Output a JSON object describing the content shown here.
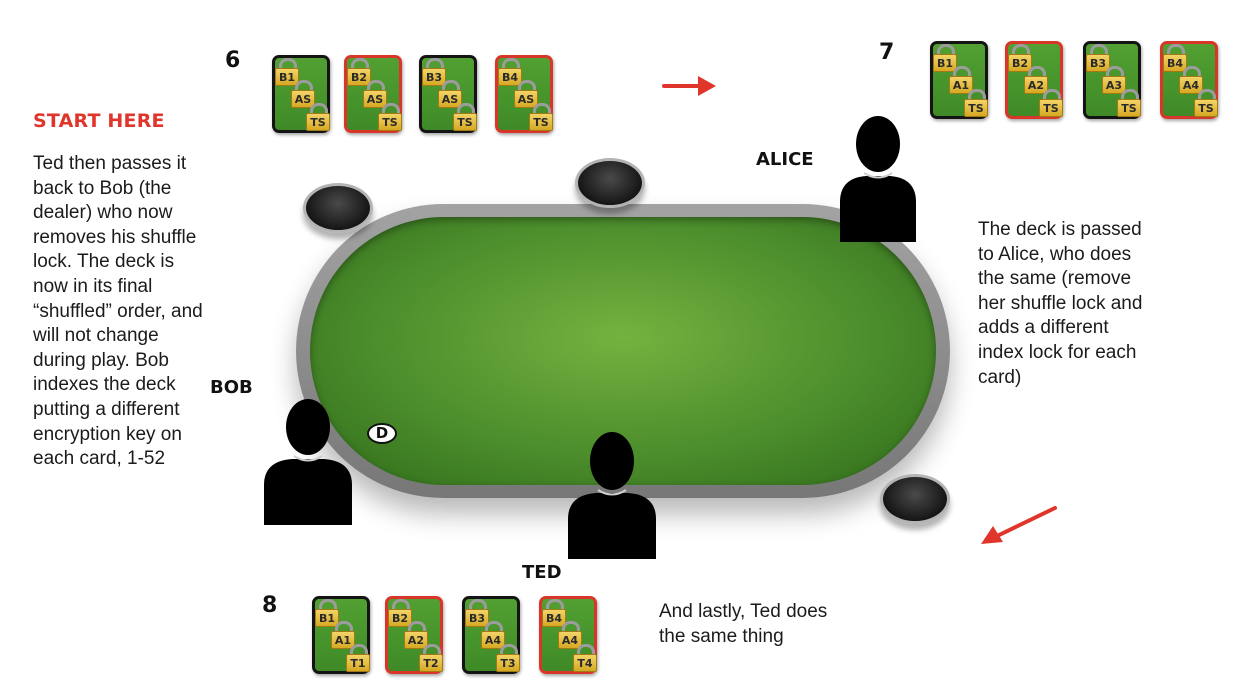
{
  "start_label": "START HERE",
  "left_text": "Ted then passes it\nback to Bob (the\ndealer) who now\nremoves his shuffle\nlock. The deck is\nnow in its final\n“shuffled” order, and\nwill not change\nduring play. Bob\nindexes the deck\nputting a different\nencryption key on\neach card, 1-52",
  "right_text": "The deck is passed\nto Alice, who does\nthe same (remove\nher shuffle lock and\nadds a different\nindex lock for each\ncard)",
  "bottom_text": "And lastly, Ted does\nthe same thing",
  "players": {
    "alice": "ALICE",
    "bob": "BOB",
    "ted": "TED"
  },
  "dealer_button": "D",
  "steps": {
    "s6": {
      "number": "6",
      "cards": [
        {
          "frame": "black",
          "locks": [
            "B1",
            "AS",
            "TS"
          ]
        },
        {
          "frame": "red",
          "locks": [
            "B2",
            "AS",
            "TS"
          ]
        },
        {
          "frame": "black",
          "locks": [
            "B3",
            "AS",
            "TS"
          ]
        },
        {
          "frame": "red",
          "locks": [
            "B4",
            "AS",
            "TS"
          ]
        }
      ]
    },
    "s7": {
      "number": "7",
      "cards": [
        {
          "frame": "black",
          "locks": [
            "B1",
            "A1",
            "TS"
          ]
        },
        {
          "frame": "red",
          "locks": [
            "B2",
            "A2",
            "TS"
          ]
        },
        {
          "frame": "black",
          "locks": [
            "B3",
            "A3",
            "TS"
          ]
        },
        {
          "frame": "red",
          "locks": [
            "B4",
            "A4",
            "TS"
          ]
        }
      ]
    },
    "s8": {
      "number": "8",
      "cards": [
        {
          "frame": "black",
          "locks": [
            "B1",
            "A1",
            "T1"
          ]
        },
        {
          "frame": "red",
          "locks": [
            "B2",
            "A2",
            "T2"
          ]
        },
        {
          "frame": "black",
          "locks": [
            "B3",
            "A4",
            "T3"
          ]
        },
        {
          "frame": "red",
          "locks": [
            "B4",
            "A4",
            "T4"
          ]
        }
      ]
    }
  },
  "colors": {
    "accent": "#e0352b",
    "felt": "#4d8e2d",
    "lock": "#e9c24a"
  }
}
